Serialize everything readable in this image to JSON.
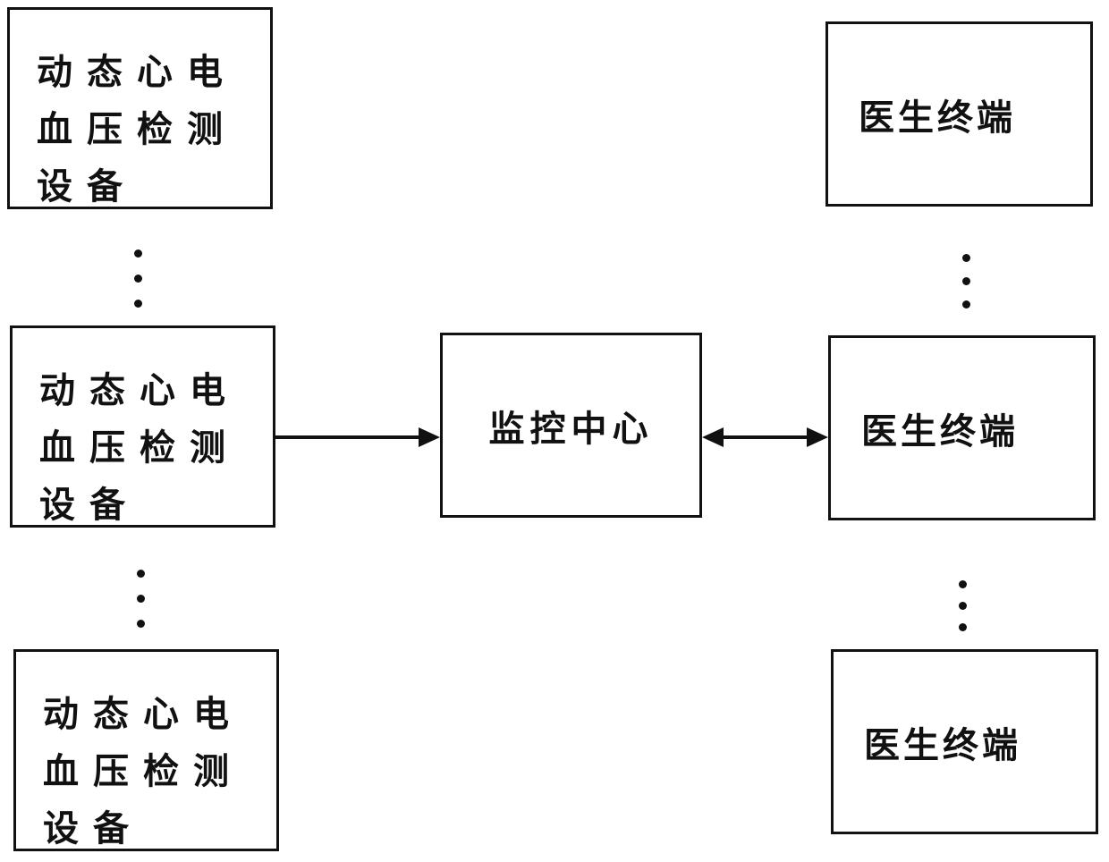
{
  "devices": [
    {
      "line1": "动态心电",
      "line2": "血压检测",
      "line3": "设备"
    },
    {
      "line1": "动态心电",
      "line2": "血压检测",
      "line3": "设备"
    },
    {
      "line1": "动态心电",
      "line2": "血压检测",
      "line3": "设备"
    }
  ],
  "monitoring_center": {
    "label": "监控中心"
  },
  "doctor_terminals": [
    {
      "label": "医生终端"
    },
    {
      "label": "医生终端"
    },
    {
      "label": "医生终端"
    }
  ]
}
